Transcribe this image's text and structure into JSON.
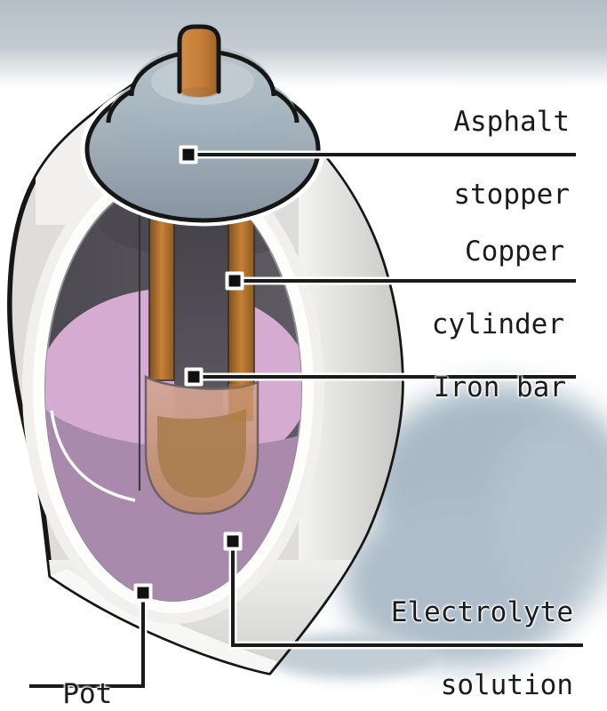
{
  "diagram": {
    "parts": [
      {
        "id": "asphalt-stopper",
        "label": "Asphalt stopper",
        "lines": [
          "Asphalt",
          "stopper"
        ]
      },
      {
        "id": "copper-cylinder",
        "label": "Copper cylinder",
        "lines": [
          "Copper",
          "cylinder"
        ]
      },
      {
        "id": "iron-bar",
        "label": "Iron bar",
        "lines": [
          "Iron bar"
        ]
      },
      {
        "id": "electrolyte-solution",
        "label": "Electrolyte solution",
        "lines": [
          "Electrolyte",
          "solution"
        ]
      },
      {
        "id": "pot",
        "label": "Pot",
        "lines": [
          "Pot"
        ]
      }
    ],
    "palette": {
      "background_band": "#b4bec7",
      "pot_body": "#dedddb",
      "pot_outline": "#161616",
      "pot_wall_rim": "#fdfdfc",
      "pot_interior": "#56535a",
      "stopper": "#a6b5c0",
      "copper": "#c07e35",
      "copper_rod": "#c98540",
      "iron_bar": "#4d4a50",
      "electrolyte_light": "#d5abd2",
      "electrolyte_dark": "#a98aac",
      "shadow": "#a9bac6",
      "callout_line": "#1a1a1a",
      "label_text": "#1b1b1b"
    }
  }
}
